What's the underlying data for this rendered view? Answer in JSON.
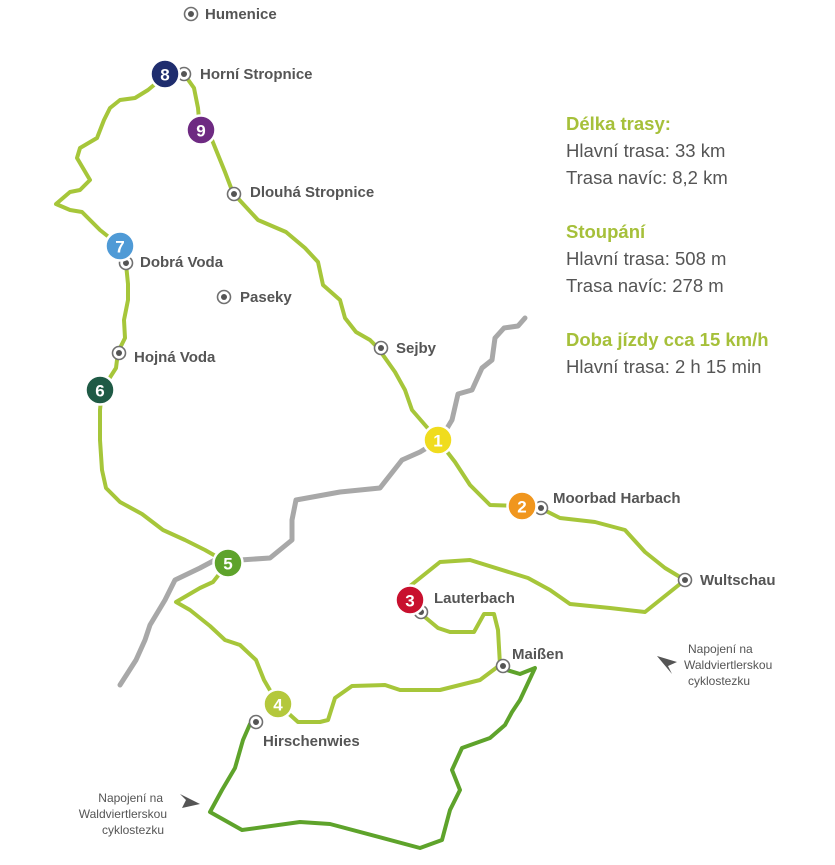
{
  "colors": {
    "main_route": "#a6c63a",
    "extra_route": "#5ea32b",
    "road": "#a8a8a8",
    "text": "#555555",
    "heading": "#a6c03a"
  },
  "places": {
    "humenice": "Humenice",
    "horni_stropnice": "Horní Stropnice",
    "dlouha_stropnice": "Dlouhá Stropnice",
    "dobra_voda": "Dobrá Voda",
    "paseky": "Paseky",
    "hojna_voda": "Hojná Voda",
    "sejby": "Sejby",
    "moorbad_harbach": "Moorbad Harbach",
    "wultschau": "Wultschau",
    "lauterbach": "Lauterbach",
    "maissen": "Maißen",
    "hirschenwies": "Hirschenwies"
  },
  "waypoints": [
    {
      "num": "1",
      "color": "#f0dc1e"
    },
    {
      "num": "2",
      "color": "#f0961e"
    },
    {
      "num": "3",
      "color": "#c8102e"
    },
    {
      "num": "4",
      "color": "#b4c83c"
    },
    {
      "num": "5",
      "color": "#5ea32b"
    },
    {
      "num": "6",
      "color": "#1f5a45"
    },
    {
      "num": "7",
      "color": "#4f9ad6"
    },
    {
      "num": "8",
      "color": "#1f2d6e"
    },
    {
      "num": "9",
      "color": "#6e2a82"
    }
  ],
  "connections": {
    "east": [
      "Napojení na",
      "Waldviertlerskou",
      "cyklostezku"
    ],
    "west": [
      "Napojení na",
      "Waldviertlerskou",
      "cyklostezku"
    ]
  },
  "info": {
    "length_heading": "Délka trasy:",
    "length_main": "Hlavní trasa: 33 km",
    "length_extra": "Trasa navíc: 8,2 km",
    "climb_heading": "Stoupání",
    "climb_main": "Hlavní trasa: 508 m",
    "climb_extra": "Trasa navíc: 278 m",
    "time_heading": "Doba jízdy cca 15 km/h",
    "time_main": "Hlavní trasa: 2 h 15 min"
  }
}
